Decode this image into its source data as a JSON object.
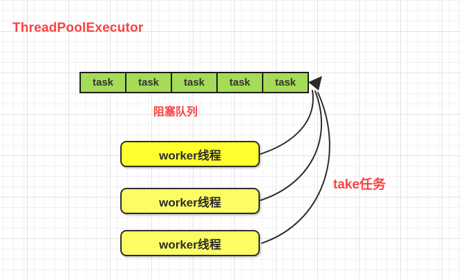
{
  "title": "ThreadPoolExecutor",
  "colors": {
    "accent-red": "#fb4141",
    "queue-green": "#a5db56",
    "worker-yellow-1": "#ffff2e",
    "worker-yellow-2": "#fcfc63",
    "ink": "#2b2b2b"
  },
  "queue": {
    "cells": [
      "task",
      "task",
      "task",
      "task",
      "task"
    ],
    "label": "阻塞队列"
  },
  "workers": [
    {
      "label": "worker线程"
    },
    {
      "label": "worker线程"
    },
    {
      "label": "worker线程"
    }
  ],
  "arrows": {
    "label": "take任务"
  }
}
